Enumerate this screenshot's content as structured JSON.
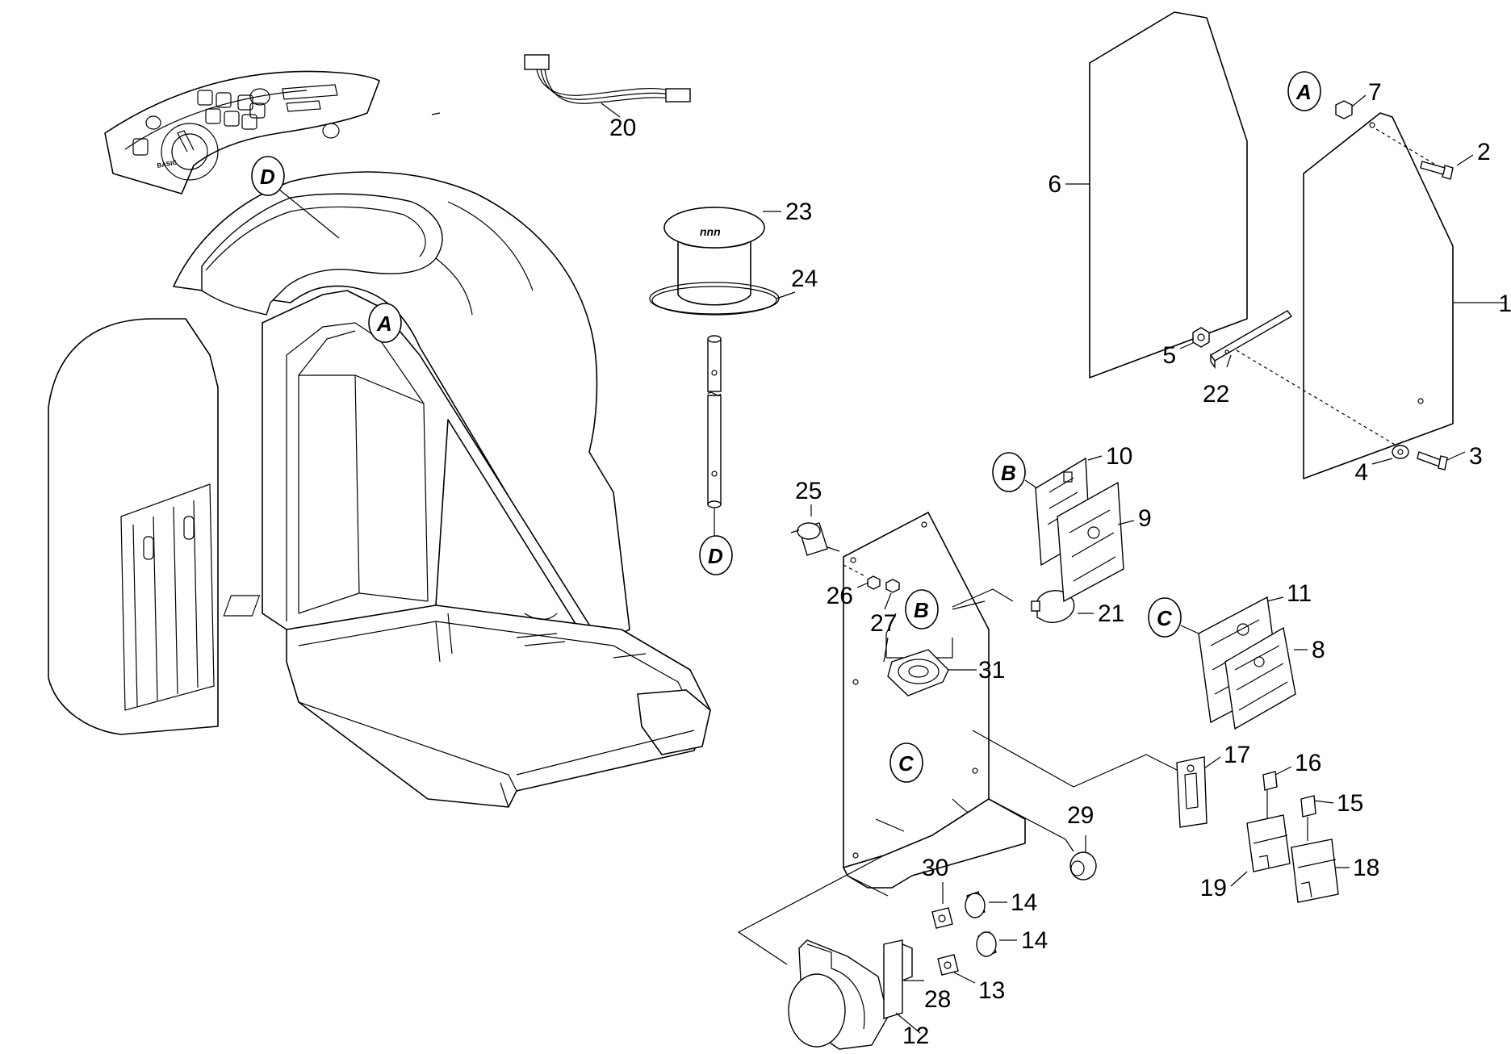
{
  "diagram": {
    "part_numbers": [
      "1",
      "2",
      "3",
      "4",
      "5",
      "6",
      "7",
      "8",
      "9",
      "10",
      "11",
      "12",
      "13",
      "14",
      "14",
      "15",
      "16",
      "17",
      "18",
      "19",
      "20",
      "21",
      "22",
      "23",
      "24",
      "25",
      "26",
      "27",
      "28",
      "29",
      "30",
      "31"
    ],
    "reference_bubbles": [
      "A",
      "A",
      "B",
      "B",
      "C",
      "C",
      "D",
      "D"
    ],
    "dashboard_label": "BASIC"
  }
}
